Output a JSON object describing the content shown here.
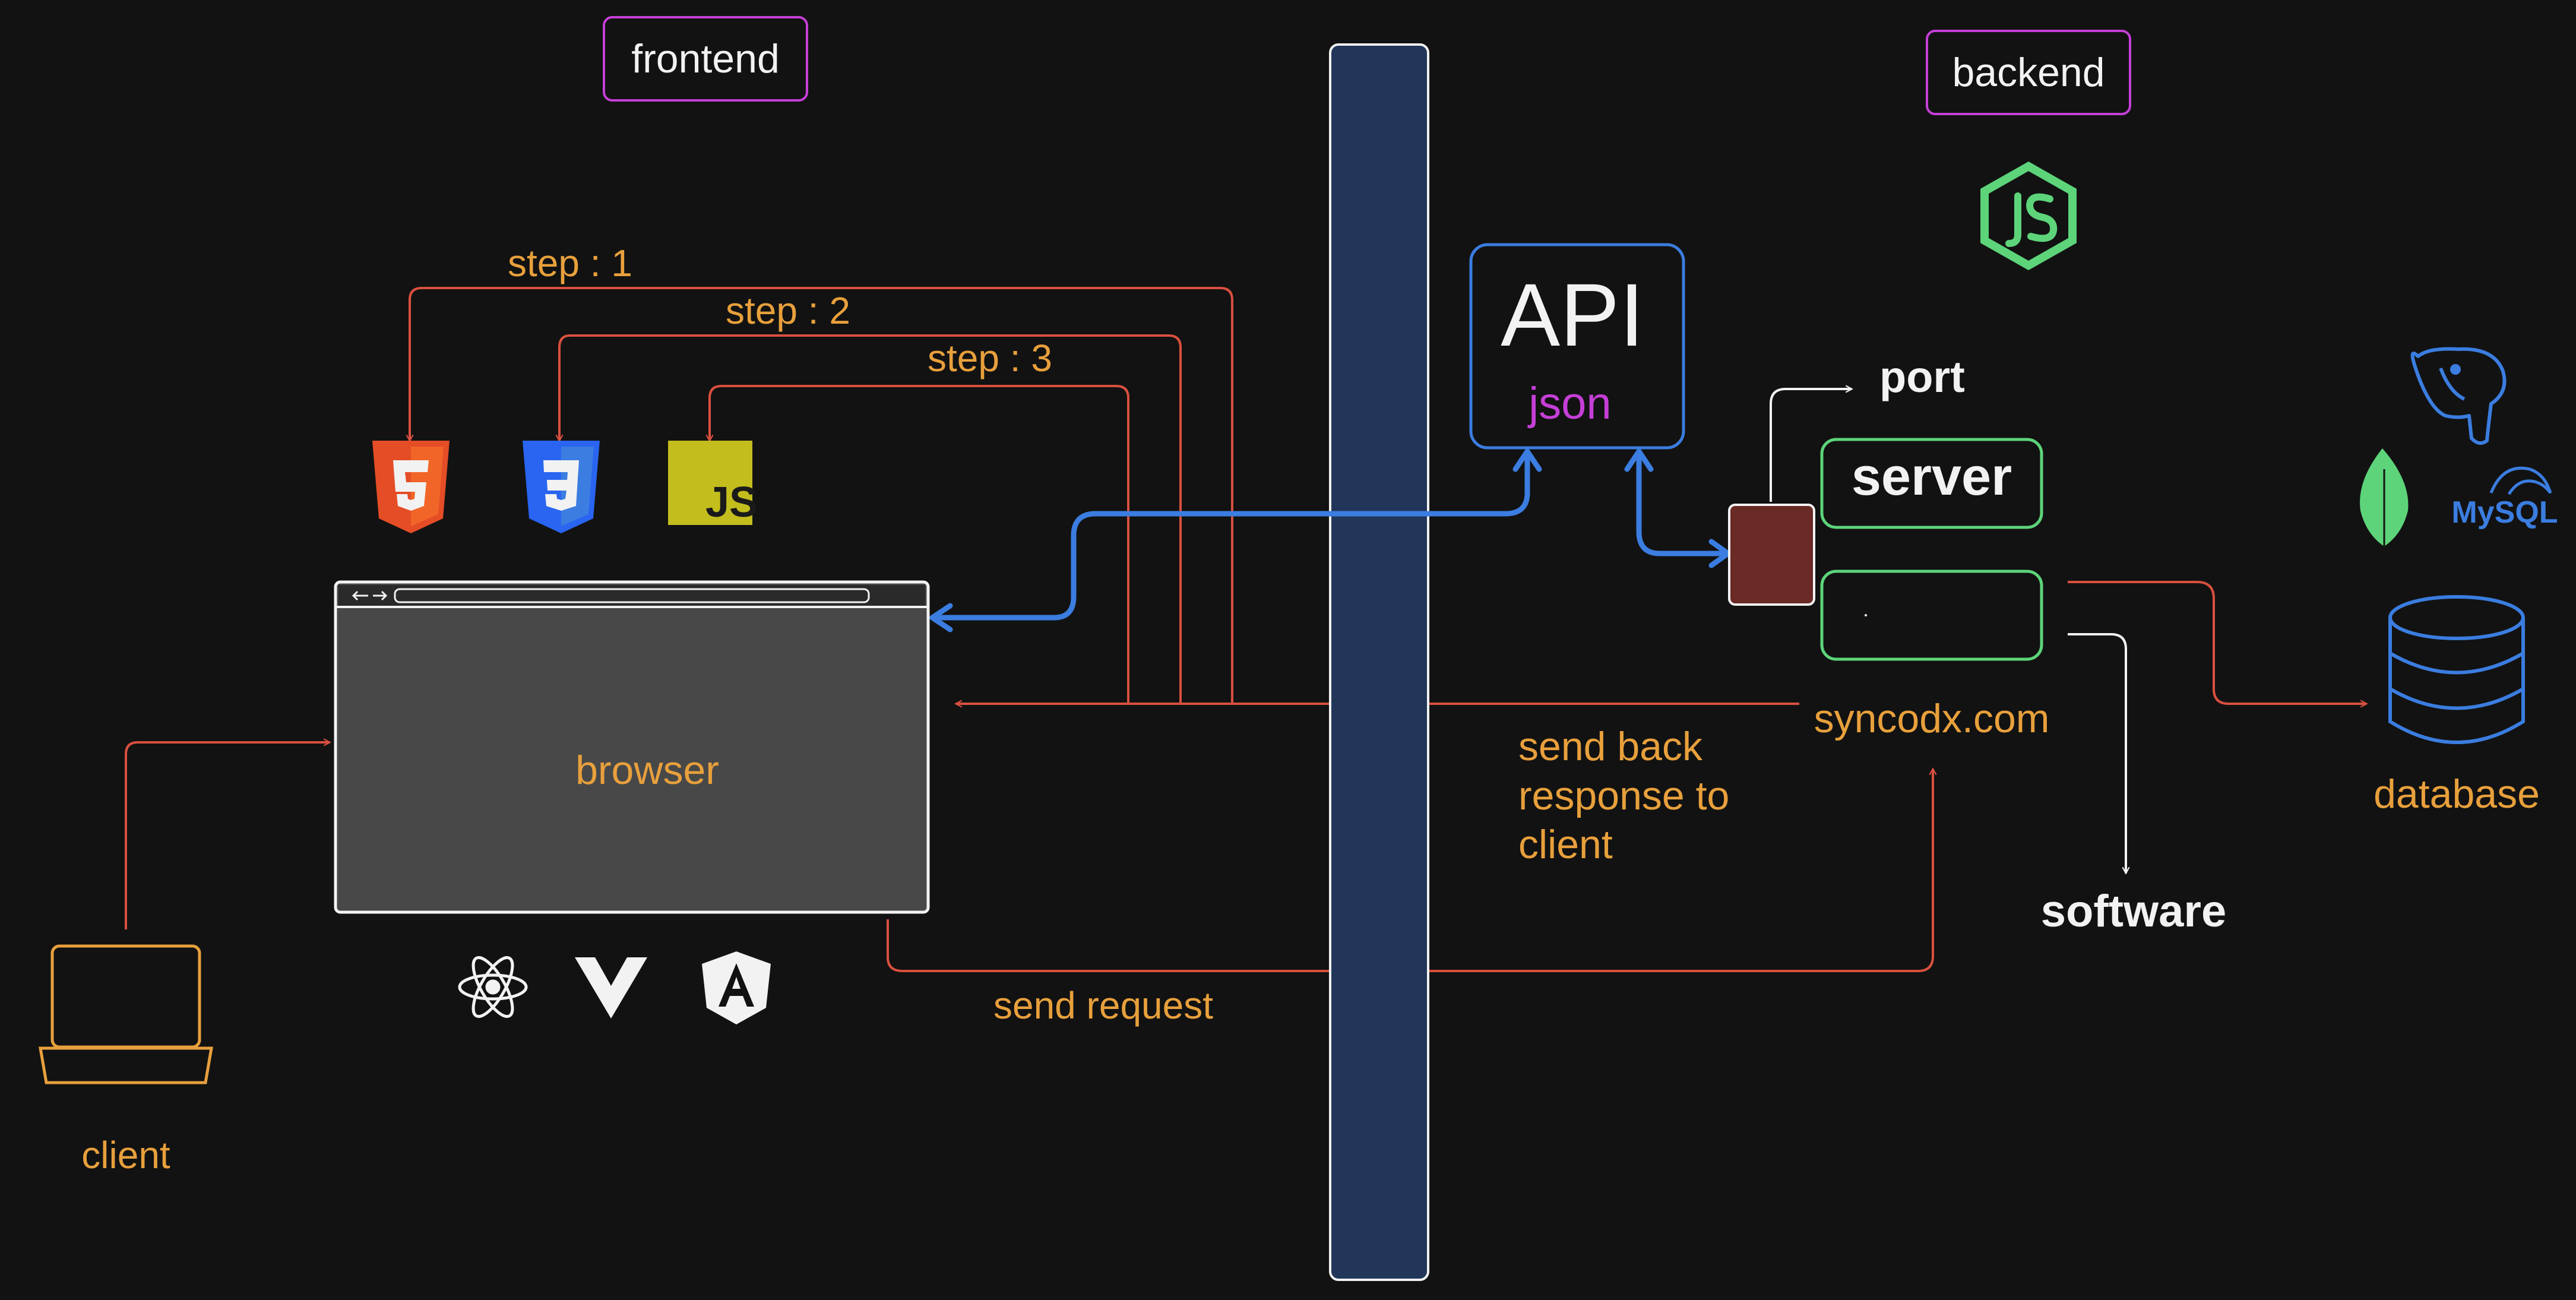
{
  "labels": {
    "frontend": "frontend",
    "backend": "backend",
    "step1": "step : 1",
    "step2": "step : 2",
    "step3": "step : 3",
    "api": "API",
    "json": "json",
    "port": "port",
    "server": "server",
    "browser": "browser",
    "domain": "syncodx.com",
    "send_back_1": "send back",
    "send_back_2": "response to",
    "send_back_3": "client",
    "software": "software",
    "database": "database",
    "send_request": "send request",
    "client": "client",
    "js_badge": "JS",
    "mysql": "MySQL"
  },
  "colors": {
    "background": "#121212",
    "orange_text": "#e8a03c",
    "red_arrow": "#d9503f",
    "blue": "#3b7de0",
    "green": "#5dd47a",
    "purple": "#c53fd6",
    "panel": "#22365a",
    "browser_fill": "#484848",
    "port_box": "#6a2a26",
    "white": "#f2f2f2"
  },
  "icons": {
    "frontend_tech": [
      "html5-icon",
      "css3-icon",
      "js-icon"
    ],
    "frameworks": [
      "react-icon",
      "vue-icon",
      "angular-icon"
    ],
    "backend_runtime": "nodejs-icon",
    "databases": [
      "postgresql-icon",
      "mongodb-icon",
      "mysql-icon"
    ]
  }
}
